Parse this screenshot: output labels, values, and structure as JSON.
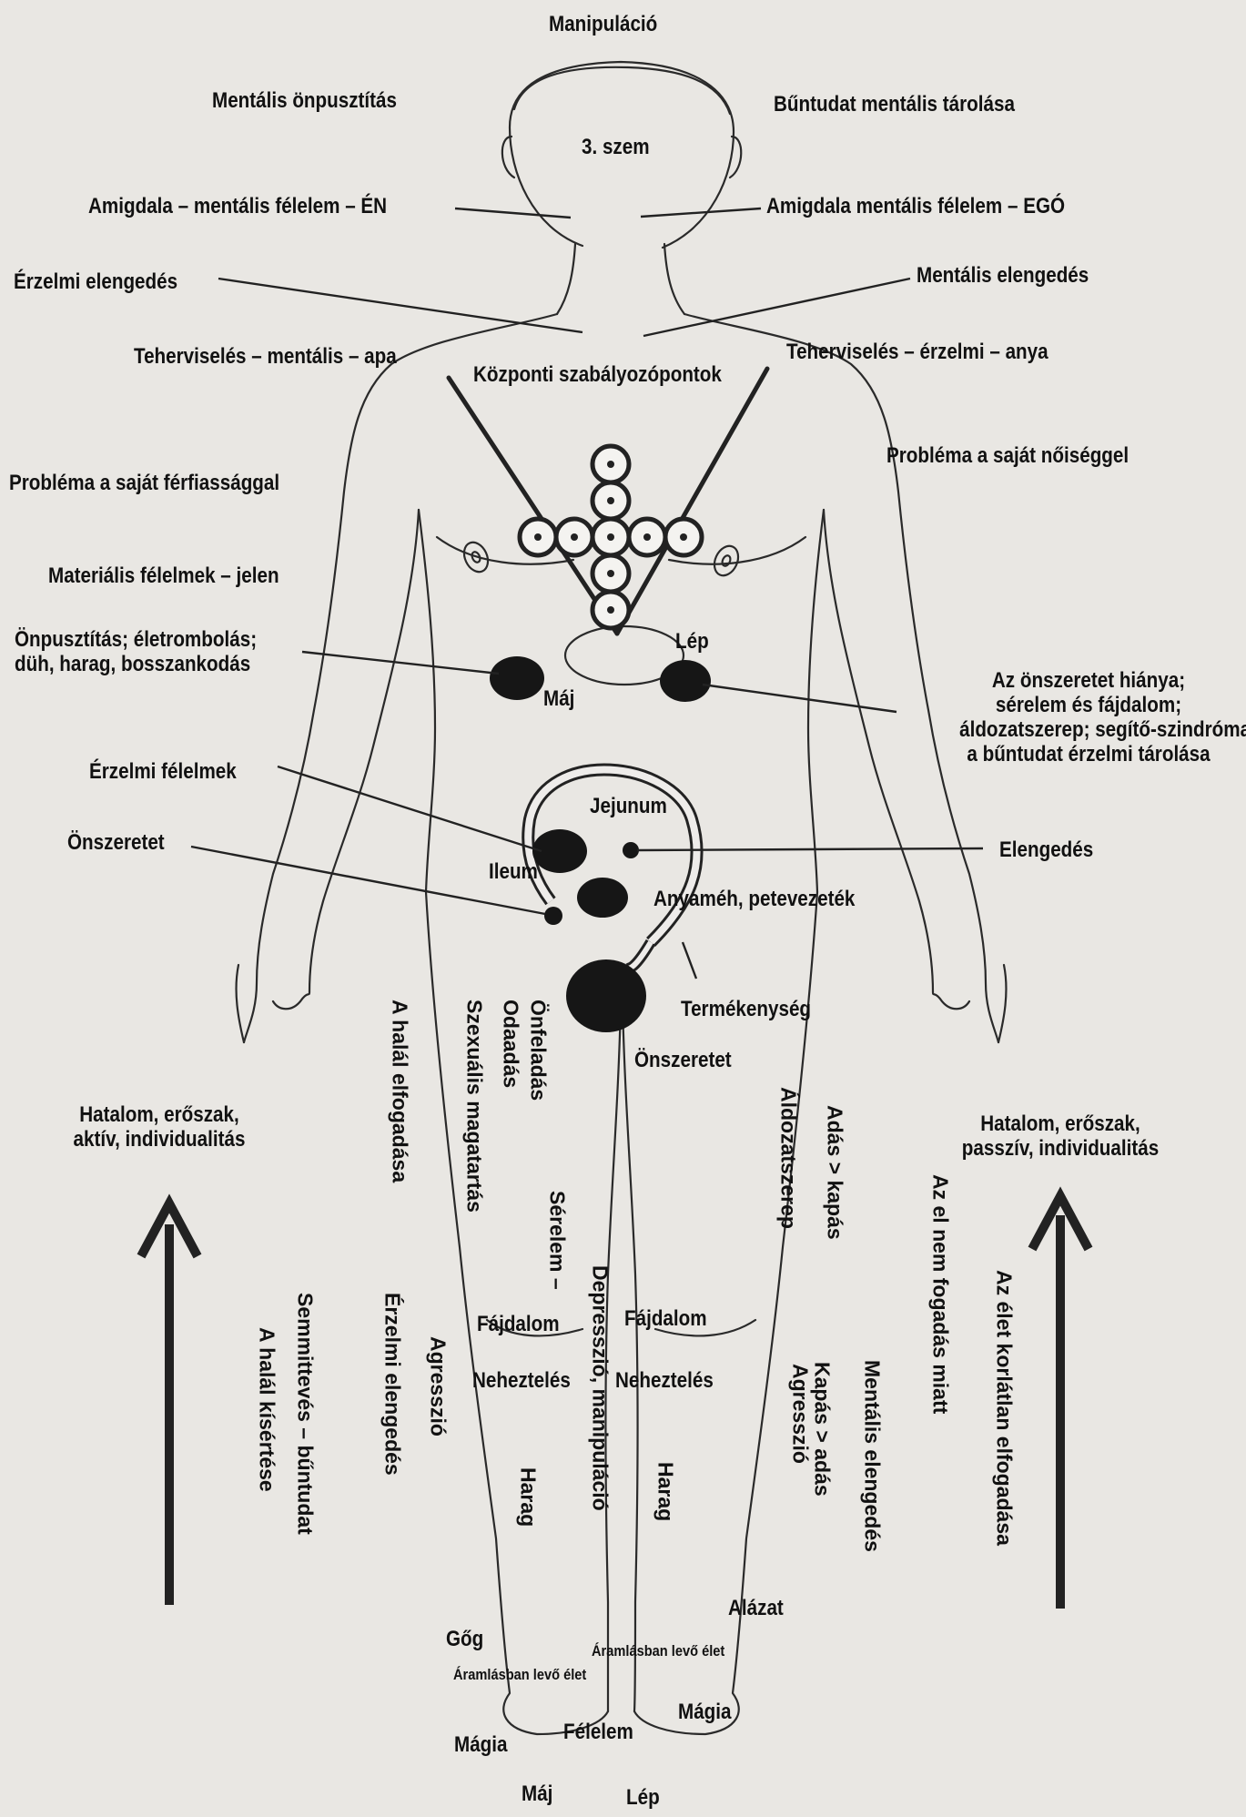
{
  "labels": {
    "manipulacio": "Manipuláció",
    "mentalis_onpusztitas": "Mentális önpusztítás",
    "buntudat_mentalis_tarolasa": "Bűntudat mentális tárolása",
    "harmadik_szem": "3. szem",
    "amigdala_en": "Amigdala – mentális félelem – ÉN",
    "amigdala_ego": "Amigdala  mentális félelem – EGÓ",
    "erzelmi_elengedes": "Érzelmi elengedés",
    "mentalis_elengedes": "Mentális elengedés",
    "teherviseles_apa": "Teherviselés – mentális – apa",
    "teherviseles_anya": "Teherviselés – érzelmi – anya",
    "kozponti": "Központi szabályozópontok",
    "problema_ferfi": "Probléma a saját férfiassággal",
    "problema_noi": "Probléma a saját nőiséggel",
    "materialis": "Materiális félelmek – jelen",
    "onpusztitas_1": "Önpusztítás; életrombolás;",
    "onpusztitas_2": "düh, harag, bosszankodás",
    "lep": "Lép",
    "maj": "Máj",
    "onszeretet_hianya_1": "Az önszeretet hiánya;",
    "onszeretet_hianya_2": "sérelem és fájdalom;",
    "onszeretet_hianya_3": "áldozatszerep; segítő-szindróma;",
    "onszeretet_hianya_4": "a bűntudat érzelmi tárolása",
    "erzelmi_felelmek": "Érzelmi félelmek",
    "jejunum": "Jejunum",
    "onszeretet_left": "Önszeretet",
    "elengedes": "Elengedés",
    "ileum": "Ileum",
    "anyameh": "Anyaméh, petevezeték",
    "termekenyseg": "Termékenység",
    "onszeretet_mid": "Önszeretet",
    "hatalom_aktiv_1": "Hatalom, erőszak,",
    "hatalom_aktiv_2": "aktív, individualitás",
    "hatalom_passziv_1": "Hatalom, erőszak,",
    "hatalom_passziv_2": "passzív, individualitás",
    "fajdalom_l": "Fájdalom",
    "fajdalom_r": "Fájdalom",
    "neheztelés_l": "Neheztelés",
    "neheztelés_r": "Neheztelés",
    "alazat": "Alázat",
    "gog": "Gőg",
    "aramlas_r": "Áramlásban levő élet",
    "aramlas_l": "Áramlásban levő élet",
    "magia_r": "Mágia",
    "magia_l": "Mágia",
    "felelem": "Félelem",
    "maj_bottom": "Máj",
    "lep_bottom": "Lép"
  },
  "vertical": {
    "halal_elfogadasa": "A halál elfogadása",
    "szexualis": "Szexuális magatartás",
    "odaadas": "Odaadás",
    "onfeladas": "Önfeladás",
    "serelem": "Sérelem –",
    "depresszio": "Depresszió, manipuláció",
    "aldozatszerep": "Áldozatszerep",
    "adas_kapas": "Adás > kapás",
    "el_nem_fogadas": "Az el nem fogadás miatt",
    "elet_korlatlan": "Az élet korlátlan elfogadása",
    "semmittevés": "Semmittevés – bűntudat",
    "halal_kisertese": "A halál kísértése",
    "erzelmi_elengedes_v": "Érzelmi elengedés",
    "agresszio_l": "Agresszió",
    "harag_l": "Harag",
    "harag_r": "Harag",
    "agresszio_r": "Agresszió",
    "kapas_adas": "Kapás > adás",
    "mentalis_elengedes_v": "Mentális elengedés"
  }
}
